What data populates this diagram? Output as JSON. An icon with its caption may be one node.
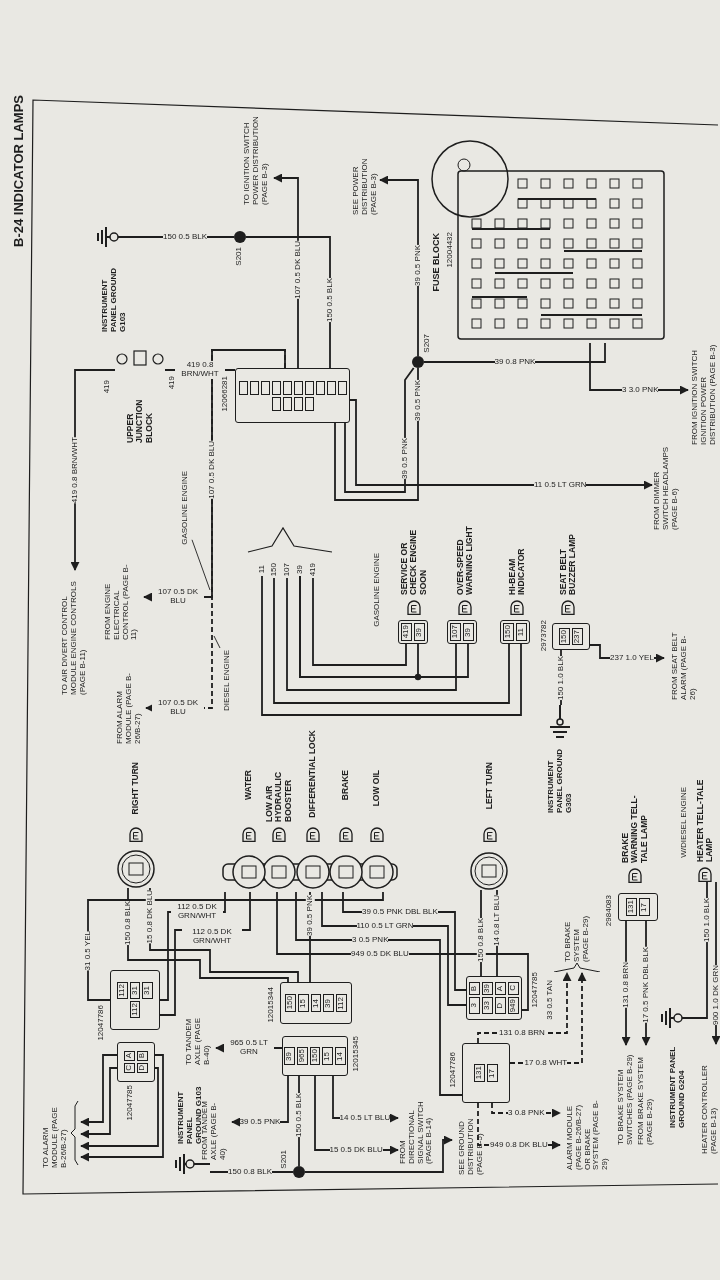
{
  "diagram": {
    "title": "B-24 INDICATOR LAMPS",
    "nodes": [
      {
        "text": [
          "FUSE BLOCK"
        ],
        "beside": [
          "12004432"
        ]
      },
      {
        "text": [
          "TO IGNITION SWITCH POWER DISTRIBUTION (PAGE B-3)"
        ]
      },
      {
        "text": [
          "SEE POWER DISTRIBUTION (PAGE B-3)"
        ]
      },
      {
        "text": [
          "FROM IGNITION SWITCH IGNITION POWER DISTRIBUTION (PAGE B-3)"
        ]
      },
      {
        "text": [
          "FROM DIMMER SWITCH HEADLAMPS (PAGE B-6)"
        ]
      },
      {
        "text": [
          "INSTRUMENT PANEL GROUND G103"
        ]
      },
      {
        "text": [
          "S201"
        ]
      },
      {
        "text": [
          "S207"
        ]
      },
      {
        "text": [],
        "shape": "box",
        "beside": [
          "12066281"
        ]
      },
      {
        "text": [
          "UPPER JUNCTION BLOCK"
        ],
        "beside": [
          "419",
          "419"
        ]
      },
      {
        "text": [
          "TO AIR DIVERT CONTROL MODULE ENGINE CONTROLS (PAGE B-11)"
        ]
      },
      {
        "text": [
          "FROM ENGINE ELECTRICAL CONTROL (PAGE B-11)"
        ]
      },
      {
        "text": [
          "FROM ALARM MODULE (PAGE B-26/B-27)"
        ]
      },
      {
        "text": [
          "GASOLINE ENGINE"
        ]
      },
      {
        "text": [
          "DIESEL ENGINE"
        ]
      },
      {
        "text": [
          "SEAT BELT BUZZER LAMP"
        ]
      },
      {
        "text": [
          "150",
          "237"
        ],
        "beside": [
          "2973782"
        ]
      },
      {
        "text": [
          "FROM SEAT BELT ALARM (PAGE B-26)"
        ]
      },
      {
        "text": [
          "INSTRUMENT PANEL GROUND G303"
        ]
      },
      {
        "text": [
          "HI-BEAM INDICATOR"
        ]
      },
      {
        "text": [
          "150",
          "11"
        ]
      },
      {
        "text": [
          "OVER-SPEED WARNING LIGHT"
        ]
      },
      {
        "text": [
          "107",
          "39"
        ]
      },
      {
        "text": [
          "SERVICE OR CHECK ENGINE SOON"
        ]
      },
      {
        "text": [
          "419",
          "39"
        ]
      },
      {
        "text": [
          "HEATER TELL-TALE LAMP"
        ]
      },
      {
        "text": [
          "BRAKE WARNING TELL-TALE LAMP"
        ]
      },
      {
        "text": [
          "131",
          "17"
        ],
        "beside": [
          "2984083"
        ]
      },
      {
        "text": [
          "INSTRUMENT PANEL GROUND G204"
        ]
      },
      {
        "text": [
          "HEATER CONTROLLER (PAGE B-13)"
        ]
      },
      {
        "text": [
          "FROM BRAKE SYSTEM (PAGE B-29)"
        ]
      },
      {
        "text": [
          "TO BRAKE SYSTEM SWITCHES (PAGE B-29)"
        ]
      },
      {
        "text": [
          "LEFT TURN"
        ]
      },
      {
        "text": [],
        "shape": "circle"
      },
      {
        "text": [
          "LOW OIL"
        ]
      },
      {
        "text": [
          "BRAKE"
        ]
      },
      {
        "text": [
          "DIFFERENTIAL LOCK"
        ]
      },
      {
        "text": [
          "LOW AIR HYDRAULIC BOOSTER"
        ]
      },
      {
        "text": [
          "WATER"
        ]
      },
      {
        "text": [],
        "shape": "bar"
      },
      {
        "text": [
          "RIGHT TURN"
        ]
      },
      {
        "text": [],
        "shape": "circle"
      },
      {
        "text": [
          "B",
          "39",
          "A",
          "C",
          "3",
          "33",
          "D",
          "949"
        ],
        "beside": [
          "12047785"
        ]
      },
      {
        "text": [
          "150",
          "15",
          "14",
          "39",
          "112"
        ],
        "beside": [
          "12015344"
        ]
      },
      {
        "text": [
          "112",
          "31",
          "31",
          "112"
        ],
        "beside": [
          "12047786"
        ]
      },
      {
        "text": [
          "39",
          "965",
          "150",
          "15",
          "14"
        ],
        "beside": [
          "12015345"
        ]
      },
      {
        "text": [
          "A",
          "B",
          "C",
          "D"
        ],
        "beside": [
          "12047785"
        ]
      },
      {
        "text": [
          "131",
          "17"
        ],
        "beside": [
          "12047786"
        ]
      },
      {
        "text": [
          "TO BRAKE SYSTEM (PAGE B-29)"
        ]
      },
      {
        "text": [
          "ALARM MODULE (PAGE B-26/B-27) OR BRAKE SYSTEM (PAGE B-29)"
        ]
      },
      {
        "text": [
          "TO TANDEM AXLE (PAGE B-40)"
        ]
      },
      {
        "text": [
          "FROM TANDEM AXLE (PAGE B-40)"
        ]
      },
      {
        "text": [
          "FROM DIRECTIONAL SIGNAL SWITCH (PAGE B-14)"
        ]
      },
      {
        "text": [
          "SEE GROUND DISTRIBUTION (PAGE B-5)"
        ]
      },
      {
        "text": [
          "S201"
        ]
      },
      {
        "text": [
          "INSTRUMENT PANEL GROUND G103"
        ]
      },
      {
        "text": [
          "TO ALARM MODULE (PAGE B-26/B-27)"
        ]
      },
      {
        "text": [
          "419"
        ]
      },
      {
        "text": [
          "39"
        ]
      },
      {
        "text": [
          "107"
        ]
      },
      {
        "text": [
          "150"
        ]
      },
      {
        "text": [
          "11"
        ]
      }
    ],
    "edges": [
      {
        "from": 8,
        "to": 1,
        "arrow": "to",
        "label": "107 0.5 DK BLU"
      },
      {
        "from": 6,
        "to": 8,
        "arrow": "none",
        "label": "150 0.5 BLK"
      },
      {
        "from": 6,
        "to": 5,
        "arrow": "none",
        "label": "150 0.5 BLK"
      },
      {
        "from": 7,
        "to": 2,
        "arrow": "to",
        "label": "39 0.5 PNK"
      },
      {
        "from": 0,
        "to": 7,
        "arrow": "none",
        "label": "39 0.8 PNK"
      },
      {
        "from": 0,
        "to": 3,
        "arrow": "to",
        "label": "3 3.0 PNK"
      },
      {
        "from": 7,
        "to": 8,
        "arrow": "none",
        "label": "39 0.5 PNK"
      },
      {
        "from": 7,
        "to": 8,
        "arrow": "none",
        "label": "39 0.5 PNK"
      },
      {
        "from": 8,
        "to": 4,
        "arrow": "to",
        "label": "11 0.5 LT GRN"
      },
      {
        "from": 9,
        "to": 8,
        "arrow": "none",
        "label": "419 0.8 BRN/WHT"
      },
      {
        "from": 9,
        "to": 10,
        "arrow": "to",
        "label": "419 0.8 BRN/WHT"
      },
      {
        "from": 8,
        "to": 11,
        "arrow": "to",
        "label": "107 0.5 DK BLU"
      },
      {
        "from": 8,
        "to": 12,
        "arrow": "to",
        "label": "107 0.5 DK BLU",
        "style": "dashed"
      },
      {
        "from": 13,
        "to": null,
        "arrow": "none"
      },
      {
        "from": 14,
        "to": null,
        "arrow": "none"
      },
      {
        "from": 16,
        "to": 18,
        "arrow": "none",
        "label": "150 1.0 BLK"
      },
      {
        "from": 16,
        "to": 17,
        "arrow": "to",
        "label": "237 1.0 YEL"
      },
      {
        "from": 20,
        "to": 61,
        "arrow": "none"
      },
      {
        "from": 20,
        "to": 60,
        "arrow": "none"
      },
      {
        "from": 22,
        "to": 58,
        "arrow": "none"
      },
      {
        "from": 22,
        "to": 59,
        "arrow": "none"
      },
      {
        "from": 24,
        "to": 58,
        "arrow": "none"
      },
      {
        "from": 24,
        "to": 57,
        "arrow": "none"
      },
      {
        "from": 25,
        "to": 28,
        "arrow": "none",
        "label": "150 1.0 BLK"
      },
      {
        "from": 25,
        "to": 29,
        "arrow": "to",
        "label": "900 1.0 DK GRN"
      },
      {
        "from": 27,
        "to": 30,
        "arrow": "to",
        "label": "17 0.5 PNK DBL BLK"
      },
      {
        "from": 27,
        "to": 31,
        "arrow": "to",
        "label": "131 0.8 BRN"
      },
      {
        "from": 41,
        "to": 42,
        "arrow": "none",
        "label": "14 0.8 LT BLU"
      },
      {
        "from": 41,
        "to": 42,
        "arrow": "none",
        "label": "150 0.8 BLK"
      },
      {
        "from": 39,
        "to": 44,
        "arrow": "none",
        "label": "31 0.5 YEL"
      },
      {
        "from": 39,
        "to": 42,
        "arrow": "none",
        "label": "39 0.5 PNK DBL BLK"
      },
      {
        "from": 39,
        "to": 42,
        "arrow": "none",
        "label": "110 0.5 LT GRN"
      },
      {
        "from": 39,
        "to": 43,
        "arrow": "none",
        "label": "39 0.5 PNK"
      },
      {
        "from": 39,
        "to": 47,
        "arrow": "none",
        "label": "3 0.5 PNK"
      },
      {
        "from": 39,
        "to": 42,
        "arrow": "none",
        "label": "949 0.5 DK BLU"
      },
      {
        "from": 39,
        "to": 44,
        "arrow": "none",
        "label": "112 0.5 DK GRN/WHT"
      },
      {
        "from": 39,
        "to": 44,
        "arrow": "none",
        "label": "112 0.5 DK GRN/WHT"
      },
      {
        "from": 33,
        "to": 43,
        "arrow": "none",
        "label": "15 0.8 DK BLU"
      },
      {
        "from": 33,
        "to": 43,
        "arrow": "none",
        "label": "150 0.8 BLK"
      },
      {
        "from": 45,
        "to": 50,
        "arrow": "to",
        "label": "965 0.5 LT GRN"
      },
      {
        "from": 45,
        "to": 51,
        "arrow": "to",
        "label": "39 0.5 PNK"
      },
      {
        "from": 45,
        "to": 54,
        "arrow": "none",
        "label": "150 0.5 BLK"
      },
      {
        "from": 45,
        "to": 52,
        "arrow": "to",
        "label": "15 0.5 DK BLU"
      },
      {
        "from": 45,
        "to": 52,
        "arrow": "to",
        "label": "14 0.5 LT BLU"
      },
      {
        "from": 54,
        "to": 55,
        "arrow": "none",
        "label": "150 0.8 BLK"
      },
      {
        "from": 54,
        "to": 53,
        "arrow": "to"
      },
      {
        "from": 47,
        "to": 48,
        "arrow": "to",
        "label": "131 0.8 BRN",
        "style": "dashed"
      },
      {
        "from": 47,
        "to": 48,
        "arrow": "to",
        "label": "17 0.8 WHT",
        "style": "dashed"
      },
      {
        "from": 47,
        "to": 49,
        "arrow": "to",
        "label": "3 0.8 PNK",
        "style": "dashed"
      },
      {
        "from": 47,
        "to": 49,
        "arrow": "to",
        "label": "949 0.8 DK BLU",
        "style": "dashed"
      },
      {
        "from": 46,
        "to": 56,
        "arrow": "to"
      },
      {
        "from": 46,
        "to": 56,
        "arrow": "to"
      },
      {
        "from": 46,
        "to": 56,
        "arrow": "to"
      },
      {
        "from": 46,
        "to": 56,
        "arrow": "to"
      }
    ],
    "labels": [
      "107 0.5 DK BLU",
      "GASOLINE ENGINE",
      "W/DIESEL ENGINE",
      "33 0.5 TAN"
    ]
  }
}
